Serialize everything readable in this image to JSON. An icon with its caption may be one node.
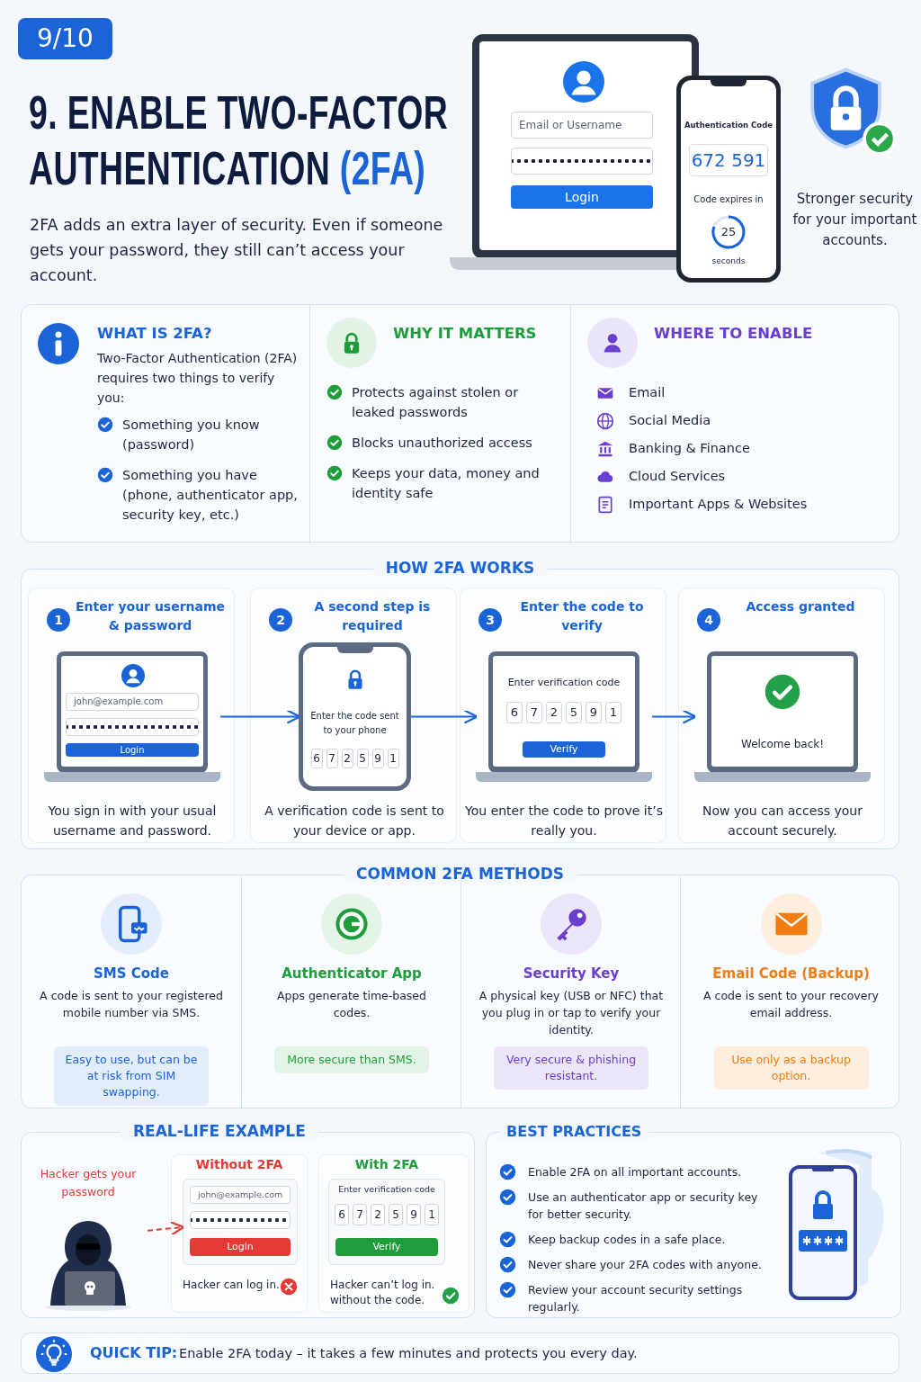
{
  "diagram": {
    "title": "9. ENABLE TWO-FACTOR AUTHENTICATION (2FA)",
    "nodes": [
      {
        "text": [
          "Email or Username",
          "Login"
        ]
      },
      {
        "text": [
          "Authentication Code",
          "672 591",
          "Code expires in",
          "25",
          "seconds"
        ]
      },
      {
        "text": [],
        "shape": "box"
      },
      {
        "text": [
          "WHAT IS 2FA?",
          "Two-Factor Authentication (2FA) requires two things to verify you:",
          "Something you know (password)",
          "Something you have (phone, authenticator app, security key, etc.)"
        ],
        "in": 2
      },
      {
        "text": [
          "WHY IT MATTERS",
          "Protects against stolen or leaked passwords",
          "Blocks unauthorized access",
          "Keeps your data, money and identity safe"
        ],
        "in": 2
      },
      {
        "text": [
          "WHERE TO ENABLE",
          "Email",
          "Social Media",
          "Banking & Finance",
          "Cloud Services",
          "Important Apps & Websites"
        ],
        "in": 2
      },
      {
        "text": [
          "HOW 2FA WORKS"
        ]
      },
      {
        "text": [
          "1",
          "Enter your username & password",
          "You sign in with your usual username and password."
        ],
        "in": 6
      },
      {
        "text": [
          "john@example.com",
          "Login"
        ],
        "in": 7
      },
      {
        "text": [
          "2",
          "A second step is required",
          "A verification code is sent to your device or app."
        ],
        "in": 6
      },
      {
        "text": [
          "Enter the code sent to your phone",
          "6",
          "7",
          "2",
          "5",
          "9",
          "1"
        ],
        "in": 9
      },
      {
        "text": [
          "3",
          "Enter the code to verify",
          "You enter the code to prove it’s really you."
        ],
        "in": 6
      },
      {
        "text": [
          "Enter verification code",
          "6",
          "7",
          "2",
          "5",
          "9",
          "1",
          "Verify"
        ],
        "in": 11
      },
      {
        "text": [
          "4",
          "Access granted",
          "Now you can access your account securely."
        ],
        "in": 6
      },
      {
        "text": [
          "Welcome back!"
        ],
        "in": 13
      },
      {
        "text": [
          "COMMON 2FA METHODS"
        ]
      },
      {
        "text": [
          "SMS Code",
          "A code is sent to your registered mobile number via SMS.",
          "Easy to use, but can be at risk from SIM swapping."
        ],
        "in": 15
      },
      {
        "text": [
          "Authenticator App",
          "Apps generate time-based codes.",
          "More secure than SMS."
        ],
        "in": 15
      },
      {
        "text": [
          "Security Key",
          "A physical key (USB or NFC) that you plug in or tap to verify your identity.",
          "Very secure & phishing resistant."
        ],
        "in": 15
      },
      {
        "text": [
          "Email Code (Backup)",
          "A code is sent to your recovery email address.",
          "Use only as a backup option."
        ],
        "in": 15
      },
      {
        "text": [
          "REAL-LIFE EXAMPLE"
        ]
      },
      {
        "text": [
          "Hacker gets your password"
        ],
        "in": 20
      },
      {
        "text": [
          "Without 2FA",
          "Hacker can log in."
        ],
        "in": 20
      },
      {
        "text": [
          "john@example.com",
          "Login"
        ],
        "in": 22
      },
      {
        "text": [
          "With 2FA",
          "Hacker can’t log in. without the code."
        ],
        "in": 20
      },
      {
        "text": [
          "Enter verification code",
          "6",
          "7",
          "2",
          "5",
          "9",
          "1",
          "Verify"
        ],
        "in": 24
      },
      {
        "text": [
          "BEST PRACTICES",
          "Enable 2FA on all important accounts.",
          "Use an authenticator app or security key for better security.",
          "Keep backup codes in a safe place.",
          "Never share your 2FA codes with anyone.",
          "Review your account security settings regularly."
        ]
      },
      {
        "text": [
          "QUICK TIP:",
          "Enable 2FA today – it takes a few minutes and protects you every day."
        ]
      }
    ],
    "edges": [
      {
        "from": 8,
        "to": 10,
        "arrow": "to"
      },
      {
        "from": 10,
        "to": 12,
        "arrow": "to"
      },
      {
        "from": 12,
        "to": 14,
        "arrow": "to"
      },
      {
        "from": 21,
        "to": 23,
        "arrow": "to",
        "style": "dashed",
        "color": "#e53935"
      }
    ],
    "labels": [
      "9/10",
      "2FA adds an extra layer of security. Even if someone gets your password, they still can’t access your account.",
      "Stronger security for your important accounts."
    ]
  }
}
